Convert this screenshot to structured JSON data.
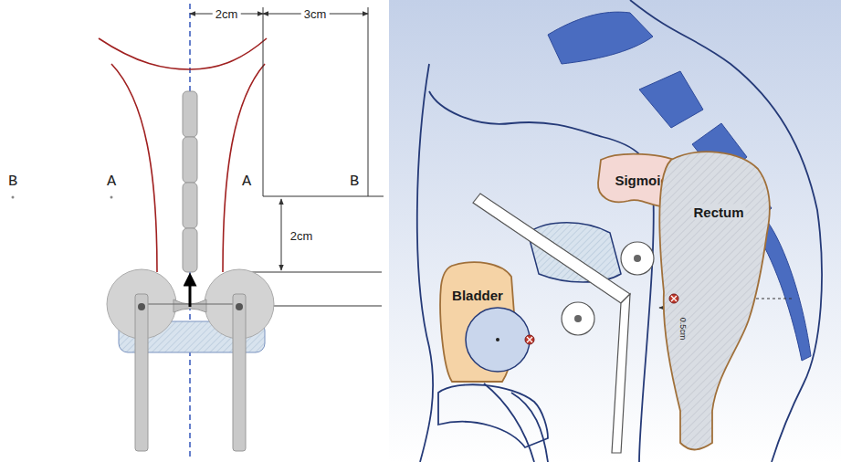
{
  "diagram": {
    "nodes": [
      {
        "text": [
          "Sigmoid"
        ]
      },
      {
        "text": [
          "Rectum"
        ]
      },
      {
        "text": [
          "Bladder"
        ]
      }
    ],
    "labels": [
      "2cm",
      "3cm",
      "B",
      "A",
      "A",
      "B",
      "2cm",
      "0.5cm"
    ]
  }
}
